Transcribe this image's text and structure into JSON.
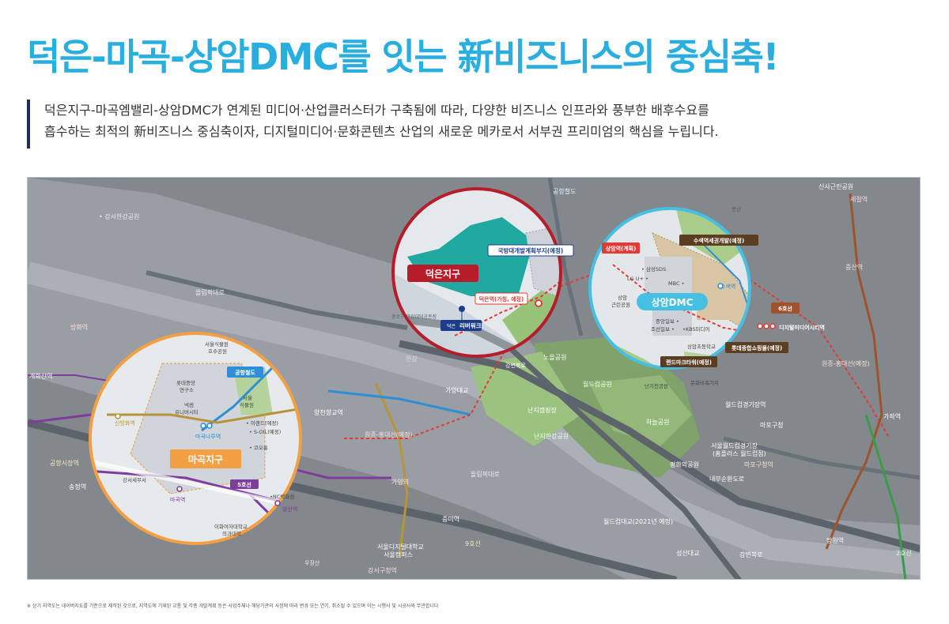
{
  "header": {
    "title": "덕은-마곡-상암DMC를 잇는 新비즈니스의 중심축!",
    "description_line1": "덕은지구-마곡엠밸리-상암DMC가 연계된 미디어·산업클러스터가 구축됨에 따라, 다양한 비즈니스 인프라와 풍부한 배후수요를",
    "description_line2": "흡수하는 최적의 新비즈니스 중심축이자, 디지털미디어·문화콘텐츠 산업의 새로운 메카로서 서부권 프리미엄의 핵심을 누립니다."
  },
  "map": {
    "background_labels": {
      "gangseo_park": "• 강서한강공원",
      "olympic_road_1": "올림픽대로",
      "olympic_road_2": "올림픽대로",
      "banghwa": "방화역",
      "gaehwasan": "개화산역",
      "gonghang_market": "공항시장역",
      "songjeong": "송정역",
      "yangcheon_hyanggyo": "양천향교역",
      "gayang_bridge": "가양대교",
      "gayang_station": "가양역",
      "jeungmi": "증미역",
      "line9": "9호선",
      "seoul_digital_univ": "서울디지털대학교",
      "seoul_campus": "서울캠퍼스",
      "gangseo_office": "강서구청역",
      "airport_railway_top": "공항철도",
      "hangang": "한강",
      "noeul_park": "노을공원",
      "worldcup_park": "월드컵공원",
      "nanji_campground": "난지캠핑장",
      "nanji_hangang": "난지한강공원",
      "haneul_park": "하늘공원",
      "wonjong_hongdae_left": "원종-홍대선(예정)",
      "worldcup_bridge": "월드컵대교(2021년 예정)",
      "inner_ring_road": "내부순환도로",
      "mapo_gu": "마포구청",
      "mapo_gu_station": "마포구청역",
      "worldcup_stadium_1": "서울월드컵경기장",
      "worldcup_stadium_2": "(홈플러스 월드컵점)",
      "worldcup_stadium_station": "월드컵경기장역",
      "pyeonghwa_park": "평화의공원",
      "seongsan_bridge": "성산대교",
      "gangbyeon_road": "강변북로",
      "mangwon": "망원역",
      "line2": "2호선",
      "gajwa": "가좌역",
      "saejeol": "새절역",
      "jeungsan": "증산역",
      "sinsa_park": "신사근린공원",
      "wonjong_hongdae_right": "원종-홍대선(예정)"
    },
    "deokeun": {
      "district": "덕은지구",
      "national_land": "국방대개발계획부지(예정)",
      "station": "덕은역(가칭, 예정)",
      "riverwork": "리버워크",
      "riverwork_tag": "덕은",
      "park": "중로구 한강대덕공동장",
      "road": "강변북로"
    },
    "sangam": {
      "district": "상암DMC",
      "susaek_dev": "수색역세권개발(예정)",
      "sangam_station": "상암역(계획)",
      "susaek_station": "수색역",
      "line6": "6호선",
      "dmc_station": "디지털미디어시티역",
      "samsung_sds": "• 삼성SDS",
      "lg_uplus": "LG U+ •",
      "mbc": "MBC •",
      "bongsan": "봉산",
      "sangam_park_1": "상암",
      "sangam_park_2": "근린공원",
      "joongang": "중앙일보 •",
      "chosun": "조선일보 •",
      "kbs": "•KBS미디어",
      "sangam_elementary": "상암초등학교",
      "landmark_tower": "랜드마크타워(예정)",
      "lotte_mall": "롯데종합쇼핑몰(예정)",
      "nanji_park": "난지천공원",
      "culture_street": "문화비축기지"
    },
    "magok": {
      "district": "마곡지구",
      "airport_rail": "공항철도",
      "line5": "5호선",
      "botanic_1": "서울식물원",
      "botanic_2": "호수공원",
      "lotte_rnd_1": "롯데중앙",
      "lotte_rnd_2": "연구소",
      "nexen_1": "넥센",
      "nexen_2": "유니버시티",
      "seoul_botanic_1": "서울",
      "seoul_botanic_2": "식물원",
      "eland": "• 이랜드(예정)",
      "soil": "• S-OIL(예정)",
      "kolon": "• 코오롱",
      "sinbanghwa": "신방화역",
      "magoknaru": "마곡나루역",
      "gangseo_center": "강서세무서",
      "magok_station": "마곡역",
      "nc_dept": "•NC백화점",
      "balsan": "발산역",
      "ewha_1": "이화여자대학교",
      "ewha_2": "의과대학",
      "wujangsan": "우장산"
    }
  },
  "footnote": "※ 상기 지역도는 네이버지도를 기준으로 제작된 것으로, 지역도에 기재된 교통 및 각종 개발계획 등은 사업주체나 해당기관의 사정에 따라 변경 또는 연기, 취소될 수 있으며 이는 시행사 및 시공사와 무관합니다",
  "colors": {
    "title": "#29aee0",
    "deokeun_ring": "#b71c2b",
    "sangam_ring": "#45c0e3",
    "magok_ring": "#f2a043",
    "line5": "#7e3c9c",
    "line6": "#a0522d",
    "airport": "#2f8fd6",
    "line9": "#b8933a",
    "wonjong": "#e53935"
  }
}
